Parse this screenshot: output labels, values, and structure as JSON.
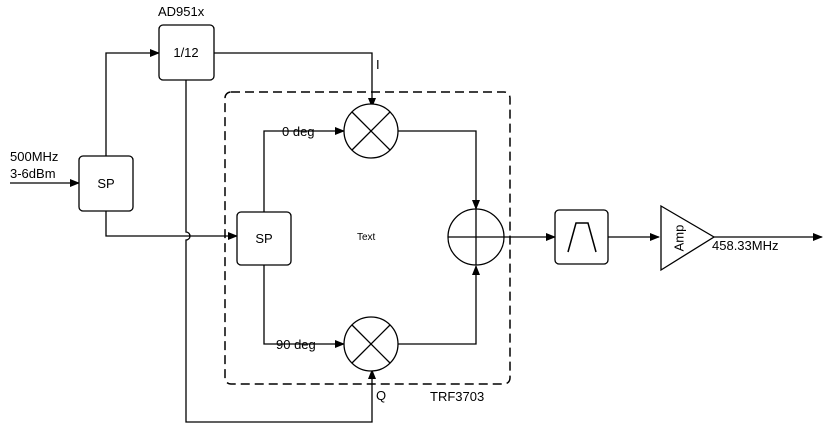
{
  "input": {
    "freq": "500MHz",
    "power": "3-6dBm"
  },
  "blocks": {
    "splitter_in": "SP",
    "splitter_iq": "SP",
    "divider": "1/12",
    "divider_chip": "AD951x",
    "amp": "Amp",
    "modulator_chip": "TRF3703"
  },
  "labels": {
    "i": "I",
    "q": "Q",
    "phase_0": "0 deg",
    "phase_90": "90 deg",
    "center_text": "Text",
    "output": "458.33MHz"
  }
}
